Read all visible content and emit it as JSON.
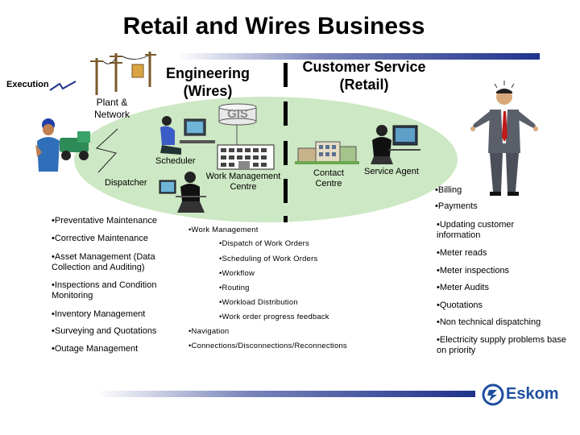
{
  "title": "Retail and Wires Business",
  "headers": {
    "engineering": [
      "Engineering",
      "(Wires)"
    ],
    "customer_service": [
      "Customer Service",
      "(Retail)"
    ]
  },
  "labels": {
    "execution": "Execution",
    "plant_network": [
      "Plant &",
      "Network"
    ],
    "gis": "GIS",
    "scheduler": "Scheduler",
    "dispatcher": "Dispatcher",
    "work_management_centre": [
      "Work Management",
      "Centre"
    ],
    "contact_centre": [
      "Contact",
      "Centre"
    ],
    "service_agent": "Service Agent"
  },
  "wires_functions": [
    "•Preventative Maintenance",
    "•Corrective Maintenance",
    "•Asset Management (Data Collection and Auditing)",
    "•Inspections and Condition Monitoring",
    "•Inventory Management",
    "•Surveying and Quotations",
    "•Outage Management"
  ],
  "work_management": {
    "heading": "•Work Management",
    "items": [
      "•Dispatch of Work Orders",
      "•Scheduling of Work Orders",
      "•Workflow",
      "•Routing",
      "•Workload Distribution",
      "•Work order progress feedback"
    ],
    "navigation": "•Navigation",
    "connections": "•Connections/Disconnections/Reconnections"
  },
  "retail_functions": [
    "•Billing",
    "•Payments",
    "•Updating customer information",
    "•Meter reads",
    "•Meter inspections",
    "•Meter Audits",
    "•Quotations",
    "•Non technical dispatching",
    "•Electricity supply problems base on priority"
  ],
  "logo": {
    "text": "Eskom"
  },
  "colors": {
    "accent": "#1f328c",
    "ellipse": "#cde8c4",
    "logo_blue": "#1f4fa0"
  }
}
